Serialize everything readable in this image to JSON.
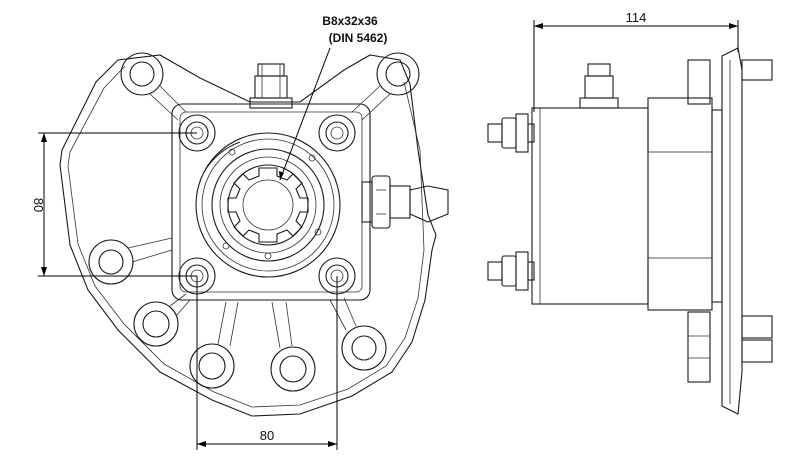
{
  "callout": {
    "spline_spec": "B8x32x36",
    "standard": "(DIN 5462)"
  },
  "dimensions": {
    "vertical_bolt_spacing": "80",
    "horizontal_bolt_spacing": "80",
    "overall_length": "114"
  }
}
